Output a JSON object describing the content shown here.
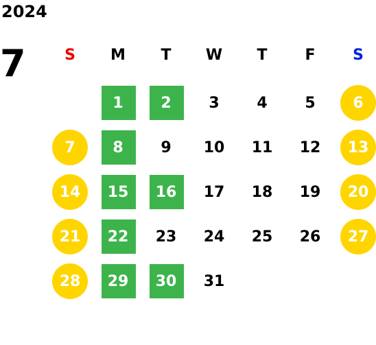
{
  "year": "2024",
  "month": "7",
  "weekdays": [
    "S",
    "M",
    "T",
    "W",
    "T",
    "F",
    "S"
  ],
  "weeks": [
    [
      null,
      {
        "d": "1",
        "mark": "green"
      },
      {
        "d": "2",
        "mark": "green"
      },
      {
        "d": "3"
      },
      {
        "d": "4"
      },
      {
        "d": "5"
      },
      {
        "d": "6",
        "mark": "yellow"
      }
    ],
    [
      {
        "d": "7",
        "mark": "yellow"
      },
      {
        "d": "8",
        "mark": "green"
      },
      {
        "d": "9"
      },
      {
        "d": "10"
      },
      {
        "d": "11"
      },
      {
        "d": "12"
      },
      {
        "d": "13",
        "mark": "yellow"
      }
    ],
    [
      {
        "d": "14",
        "mark": "yellow"
      },
      {
        "d": "15",
        "mark": "green"
      },
      {
        "d": "16",
        "mark": "green"
      },
      {
        "d": "17"
      },
      {
        "d": "18"
      },
      {
        "d": "19"
      },
      {
        "d": "20",
        "mark": "yellow"
      }
    ],
    [
      {
        "d": "21",
        "mark": "yellow"
      },
      {
        "d": "22",
        "mark": "green"
      },
      {
        "d": "23"
      },
      {
        "d": "24"
      },
      {
        "d": "25"
      },
      {
        "d": "26"
      },
      {
        "d": "27",
        "mark": "yellow"
      }
    ],
    [
      {
        "d": "28",
        "mark": "yellow"
      },
      {
        "d": "29",
        "mark": "green"
      },
      {
        "d": "30",
        "mark": "green"
      },
      {
        "d": "31"
      },
      null,
      null,
      null
    ]
  ],
  "colors": {
    "green": "#3cb44b",
    "yellow": "#ffd500",
    "sunday": "#ee0000",
    "saturday": "#0022dd"
  }
}
